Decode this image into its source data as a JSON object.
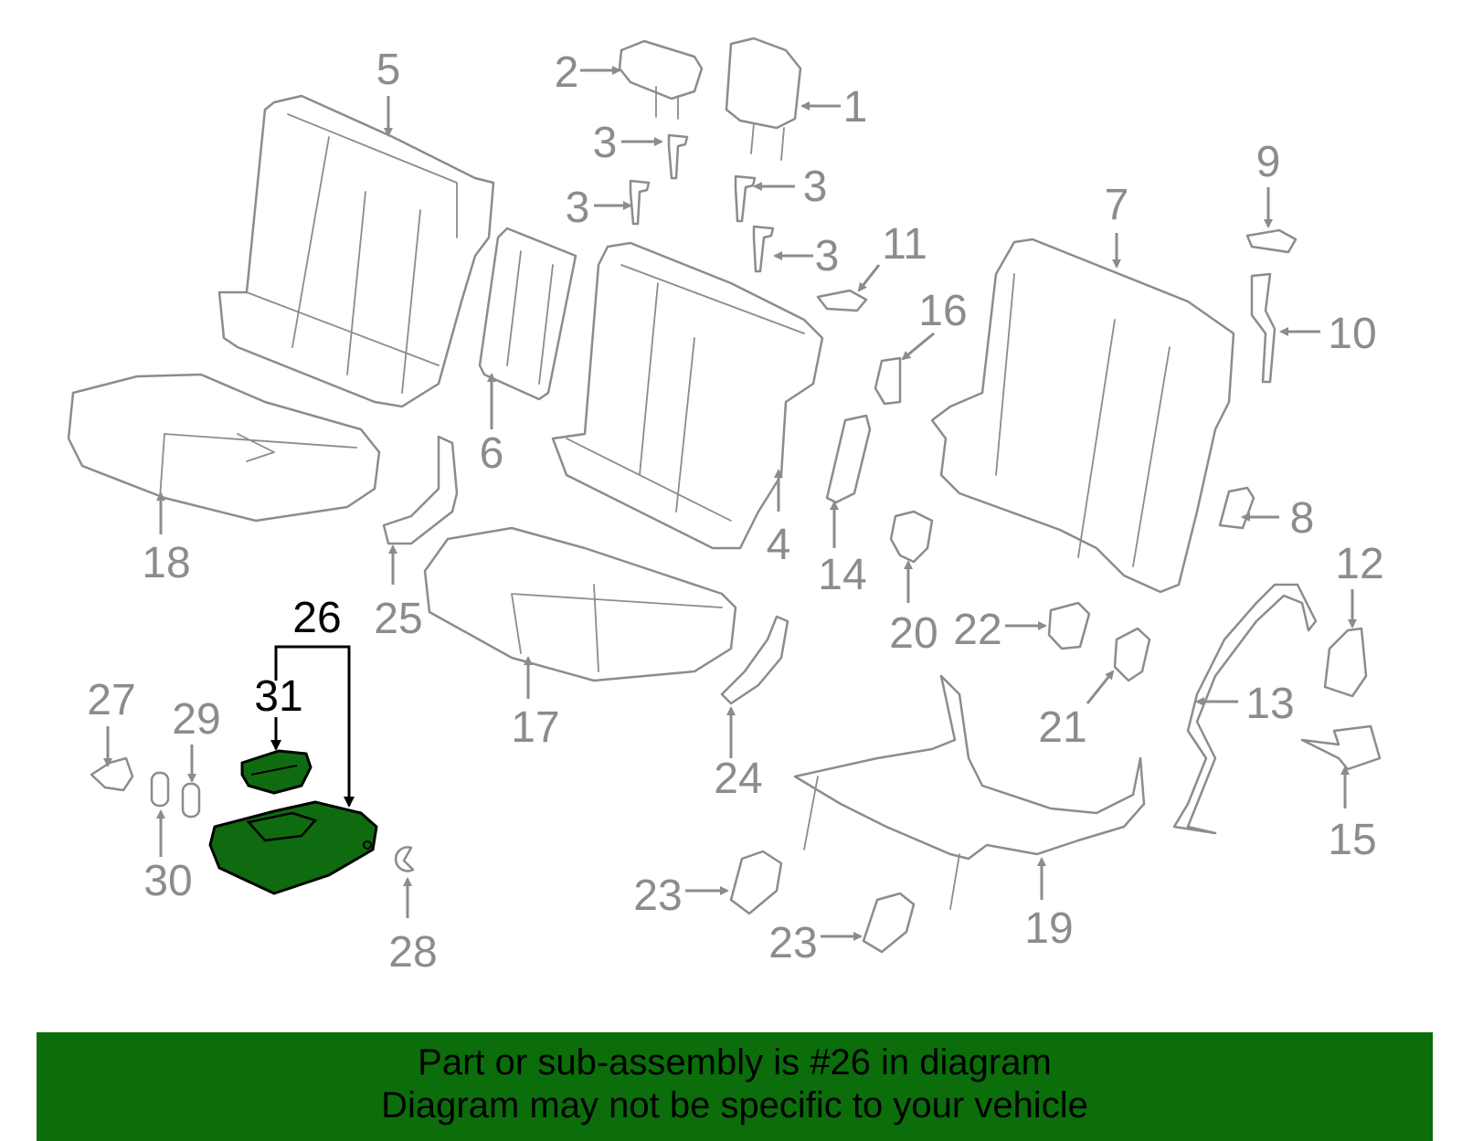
{
  "diagram": {
    "highlighted_part": "26",
    "highlight_color": "#0b6e0b",
    "callouts": [
      "1",
      "2",
      "3",
      "4",
      "5",
      "6",
      "7",
      "8",
      "9",
      "10",
      "11",
      "12",
      "13",
      "14",
      "15",
      "16",
      "17",
      "18",
      "19",
      "20",
      "21",
      "22",
      "23",
      "24",
      "25",
      "26",
      "27",
      "28",
      "29",
      "30",
      "31"
    ]
  },
  "banner": {
    "line1": "Part or sub-assembly is #26 in diagram",
    "line2": "Diagram may not be specific to your vehicle"
  }
}
